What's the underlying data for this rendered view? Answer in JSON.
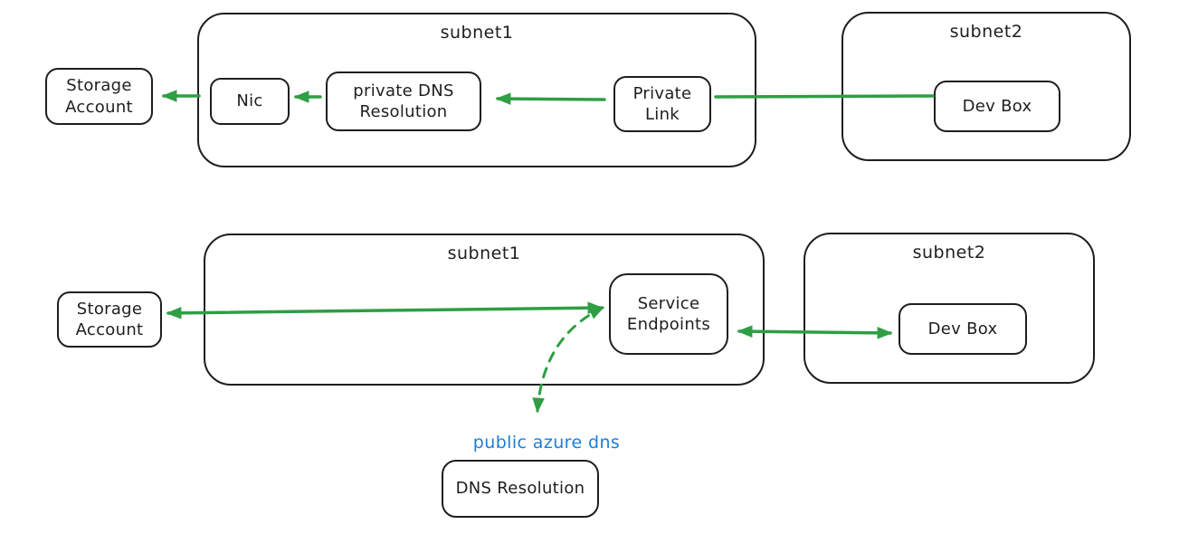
{
  "colors": {
    "stroke": "#1e1e1e",
    "green": "#2f9e44",
    "blue": "#1c7ed6",
    "background": "#ffffff"
  },
  "scenario1": {
    "subnet1_label": "subnet1",
    "subnet2_label": "subnet2",
    "nodes": {
      "storage_account": "Storage Account",
      "nic": "Nic",
      "private_dns_resolution": "private DNS Resolution",
      "private_link": "Private Link",
      "dev_box": "Dev Box"
    }
  },
  "scenario2": {
    "subnet1_label": "subnet1",
    "subnet2_label": "subnet2",
    "nodes": {
      "storage_account": "Storage Account",
      "service_endpoints": "Service Endpoints",
      "dev_box": "Dev Box",
      "dns_resolution": "DNS Resolution"
    },
    "annotations": {
      "public_azure_dns": "public azure dns"
    }
  },
  "connections": [
    {
      "scenario": 1,
      "from": "subnet1 / Nic",
      "to": "Storage Account",
      "style": "solid",
      "arrowheads": "end"
    },
    {
      "scenario": 1,
      "from": "private DNS Resolution",
      "to": "Nic",
      "style": "solid",
      "arrowheads": "end"
    },
    {
      "scenario": 1,
      "from": "Private Link",
      "to": "private DNS Resolution",
      "style": "solid",
      "arrowheads": "end"
    },
    {
      "scenario": 1,
      "from": "Dev Box",
      "to": "Private Link",
      "style": "solid",
      "arrowheads": "none"
    },
    {
      "scenario": 2,
      "from": "Storage Account",
      "to": "Service Endpoints",
      "style": "solid",
      "arrowheads": "both"
    },
    {
      "scenario": 2,
      "from": "Service Endpoints",
      "to": "Dev Box",
      "style": "solid",
      "arrowheads": "both"
    },
    {
      "scenario": 2,
      "from": "Service Endpoints",
      "to": "public azure dns / DNS Resolution",
      "style": "dashed",
      "arrowheads": "both"
    }
  ]
}
